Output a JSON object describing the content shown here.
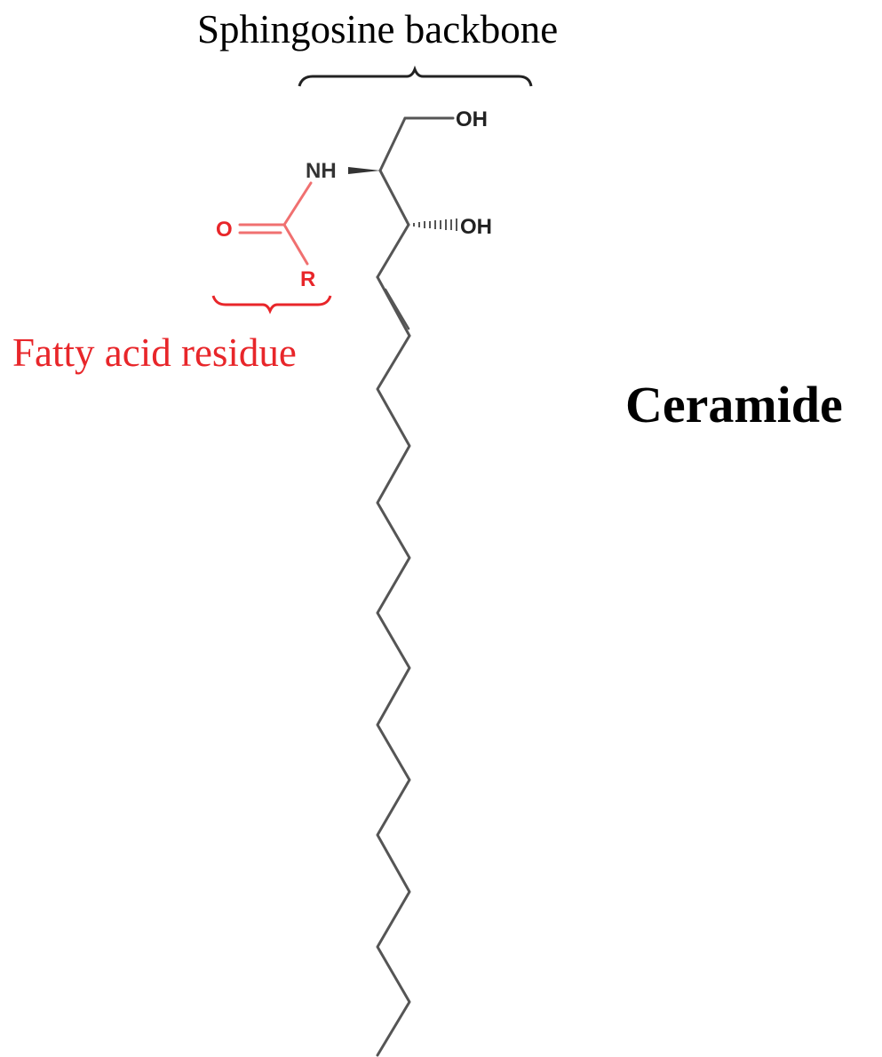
{
  "labels": {
    "backbone": "Sphingosine backbone",
    "fatty_acid": "Fatty acid residue",
    "title": "Ceramide"
  },
  "atoms": {
    "oh_top": "OH",
    "oh_mid": "OH",
    "nh": "NH",
    "o": "O",
    "r": "R"
  },
  "colors": {
    "bond": "#555555",
    "backbone_text": "#000000",
    "fatty_acid": "#e8262a",
    "fatty_acid_bond": "#f07070",
    "title": "#000000"
  }
}
